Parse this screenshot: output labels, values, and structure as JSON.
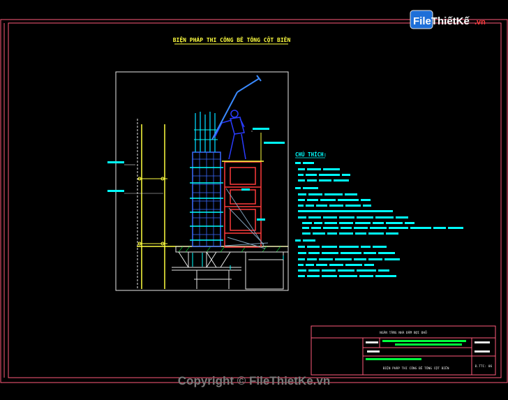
{
  "drawing": {
    "title": "BIỆN PHÁP THI CÔNG BÊ TÔNG CỘT BIÊN",
    "notes_heading": "CHÚ THÍCH:",
    "colors": {
      "background": "#000000",
      "frame": "#ff5a7a",
      "yellow": "#ffff40",
      "cyan": "#00ffff",
      "blue": "#2a3cff",
      "red": "#ff3b3b",
      "white": "#e8e8e8",
      "green": "#00ff3c"
    }
  },
  "title_block": {
    "project": "NGÂN TẦNG NHÀ ĐẦM BỢI ĐHỎ",
    "drawing_name": "BIỆN PHÁP THI CÔNG BÊ TÔNG CỘT BIÊN",
    "sheet": "Đ.TTC: 06"
  },
  "logo": {
    "brand": "FileThiếtKế",
    "domain": ".vn"
  },
  "watermark": "Copyright © FileThietKe.vn"
}
